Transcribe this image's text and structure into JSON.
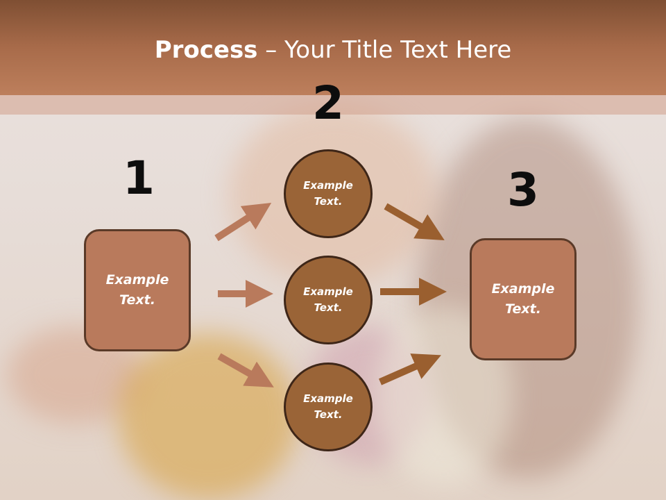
{
  "title": {
    "bold": "Process",
    "rest": " – Your Title Text Here"
  },
  "steps": [
    {
      "number": "1"
    },
    {
      "number": "2"
    },
    {
      "number": "3"
    }
  ],
  "left_box": {
    "label": "Example Text."
  },
  "right_box": {
    "label": "Example Text."
  },
  "circles": [
    {
      "label": "Example Text."
    },
    {
      "label": "Example Text."
    },
    {
      "label": "Example Text."
    }
  ],
  "colors": {
    "header": "#a86b4a",
    "box": "#b97a5c",
    "circle": "#9a6437",
    "arrow_light": "#b97a5c",
    "arrow_dark": "#9a5f2f"
  }
}
